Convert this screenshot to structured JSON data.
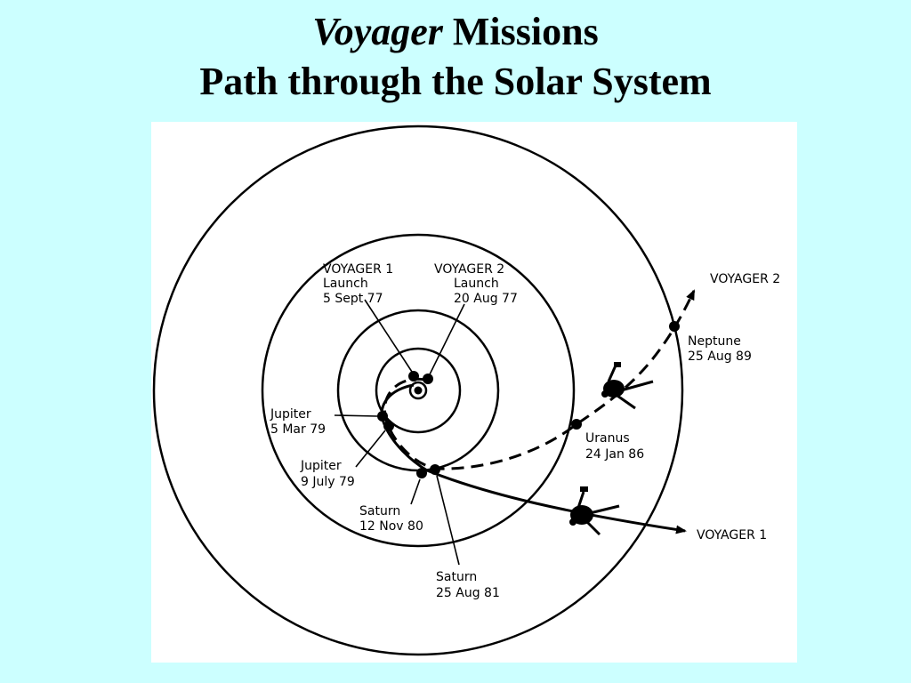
{
  "title": {
    "line1_italic": "Voyager",
    "line1_rest": "Missions",
    "line2": "Path through the Solar System"
  },
  "colors": {
    "background": "#ccffff",
    "panel": "#ffffff",
    "ink": "#000000"
  },
  "diagram": {
    "labels": {
      "v1_launch_title": "VOYAGER 1",
      "v1_launch_event": "Launch",
      "v1_launch_date": "5 Sept 77",
      "v2_launch_title": "VOYAGER 2",
      "v2_launch_event": "Launch",
      "v2_launch_date": "20 Aug 77",
      "v2_exit": "VOYAGER 2",
      "neptune_name": "Neptune",
      "neptune_date": "25 Aug 89",
      "uranus_name": "Uranus",
      "uranus_date": "24 Jan 86",
      "jupiter1_name": "Jupiter",
      "jupiter1_date": "5 Mar 79",
      "jupiter2_name": "Jupiter",
      "jupiter2_date": "9 July 79",
      "saturn1_name": "Saturn",
      "saturn1_date": "12 Nov 80",
      "saturn2_name": "Saturn",
      "saturn2_date": "25 Aug 81",
      "v1_exit": "VOYAGER 1"
    }
  }
}
